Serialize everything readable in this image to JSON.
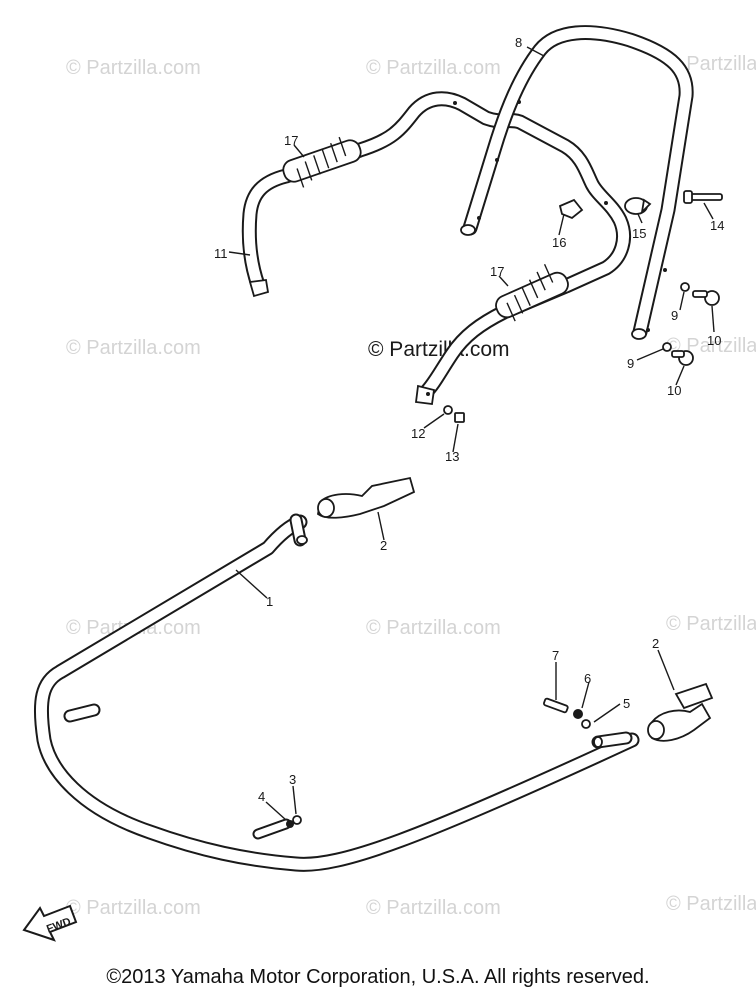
{
  "watermark": "© Partzilla.com",
  "center_watermark": "© Partzilla.com",
  "fwd_label": "FWD",
  "copyright": "©2013  Yamaha Motor Corporation, U.S.A. All rights reserved.",
  "callouts": {
    "c1": "1",
    "c2a": "2",
    "c2b": "2",
    "c3": "3",
    "c4": "4",
    "c5": "5",
    "c6": "6",
    "c7": "7",
    "c8": "8",
    "c9a": "9",
    "c9b": "9",
    "c10a": "10",
    "c10b": "10",
    "c11": "11",
    "c12": "12",
    "c13": "13",
    "c14": "14",
    "c15": "15",
    "c16": "16",
    "c17a": "17",
    "c17b": "17"
  }
}
